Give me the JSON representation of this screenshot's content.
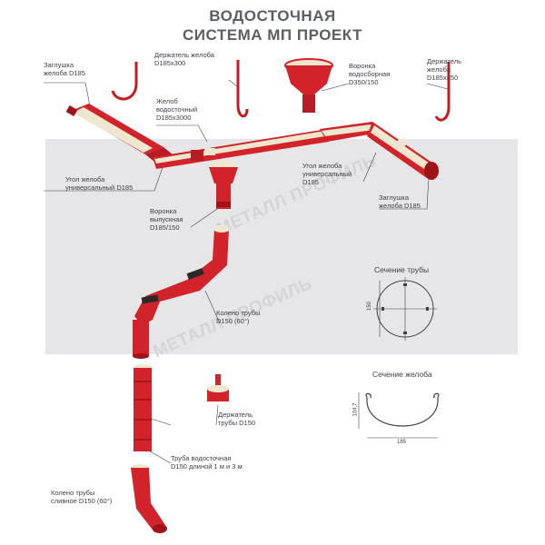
{
  "title": {
    "line1": "ВОДОСТОЧНАЯ",
    "line2": "СИСТЕМА МП ПРОЕКТ"
  },
  "watermark": {
    "text1": "МЕТАЛЛ ПРОФИЛЬ",
    "text2": "МЕТАЛЛ ПРОФИЛЬ"
  },
  "labels": {
    "gutter_cap_left": [
      "Заглушка",
      "желоба D185"
    ],
    "gutter_holder_185x300": [
      "Держатель желоба",
      "D185x300"
    ],
    "funnel_collector": [
      "Воронка",
      "водосборная",
      "D350/150"
    ],
    "gutter_holder_185x350": [
      "Держатель",
      "желоба",
      "D185x350"
    ],
    "gutter_185x3000": [
      "Желоб",
      "водосточный",
      "D185x3000"
    ],
    "gutter_angle_left": [
      "Угол желоба",
      "универсальный D185"
    ],
    "gutter_angle_right": [
      "Угол желоба",
      "универсальный",
      "D185"
    ],
    "gutter_cap_right": [
      "Заглушка",
      "желоба D185"
    ],
    "funnel_outlet": [
      "Воронка",
      "выпускная",
      "D185/150"
    ],
    "pipe_bend": [
      "Колено трубы",
      "D150 (60°)"
    ],
    "pipe_holder": [
      "Держатель",
      "трубы D150"
    ],
    "downpipe": [
      "Труба водосточная",
      "D150 длиной 1 м и 3 м"
    ],
    "drain_bend": [
      "Колено трубы",
      "сливное D150 (60°)"
    ]
  },
  "sections": {
    "pipe_title": "Сечение трубы",
    "pipe_dim": "150",
    "gutter_title": "Сечение желоба",
    "gutter_width": "185",
    "gutter_height": "104,7"
  },
  "colors": {
    "red": "#d2232a",
    "red_dark": "#9e1418",
    "cream": "#efe6cf",
    "band": "#e6e6e8",
    "text": "#3c4148"
  }
}
